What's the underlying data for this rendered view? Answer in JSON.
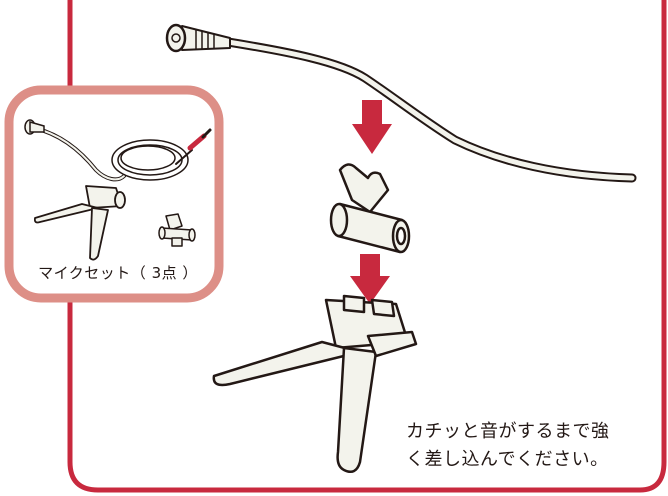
{
  "colors": {
    "frame": "#c8293e",
    "inset_frame": "#dd8f87",
    "arrow": "#c8293e",
    "part_fill": "#f3f3ec",
    "outline": "#231815"
  },
  "inset": {
    "label": "マイクセット（ 3点 ）"
  },
  "instruction": {
    "line1": "カチッと音がするまで強",
    "line2": "く差し込んでください。"
  }
}
